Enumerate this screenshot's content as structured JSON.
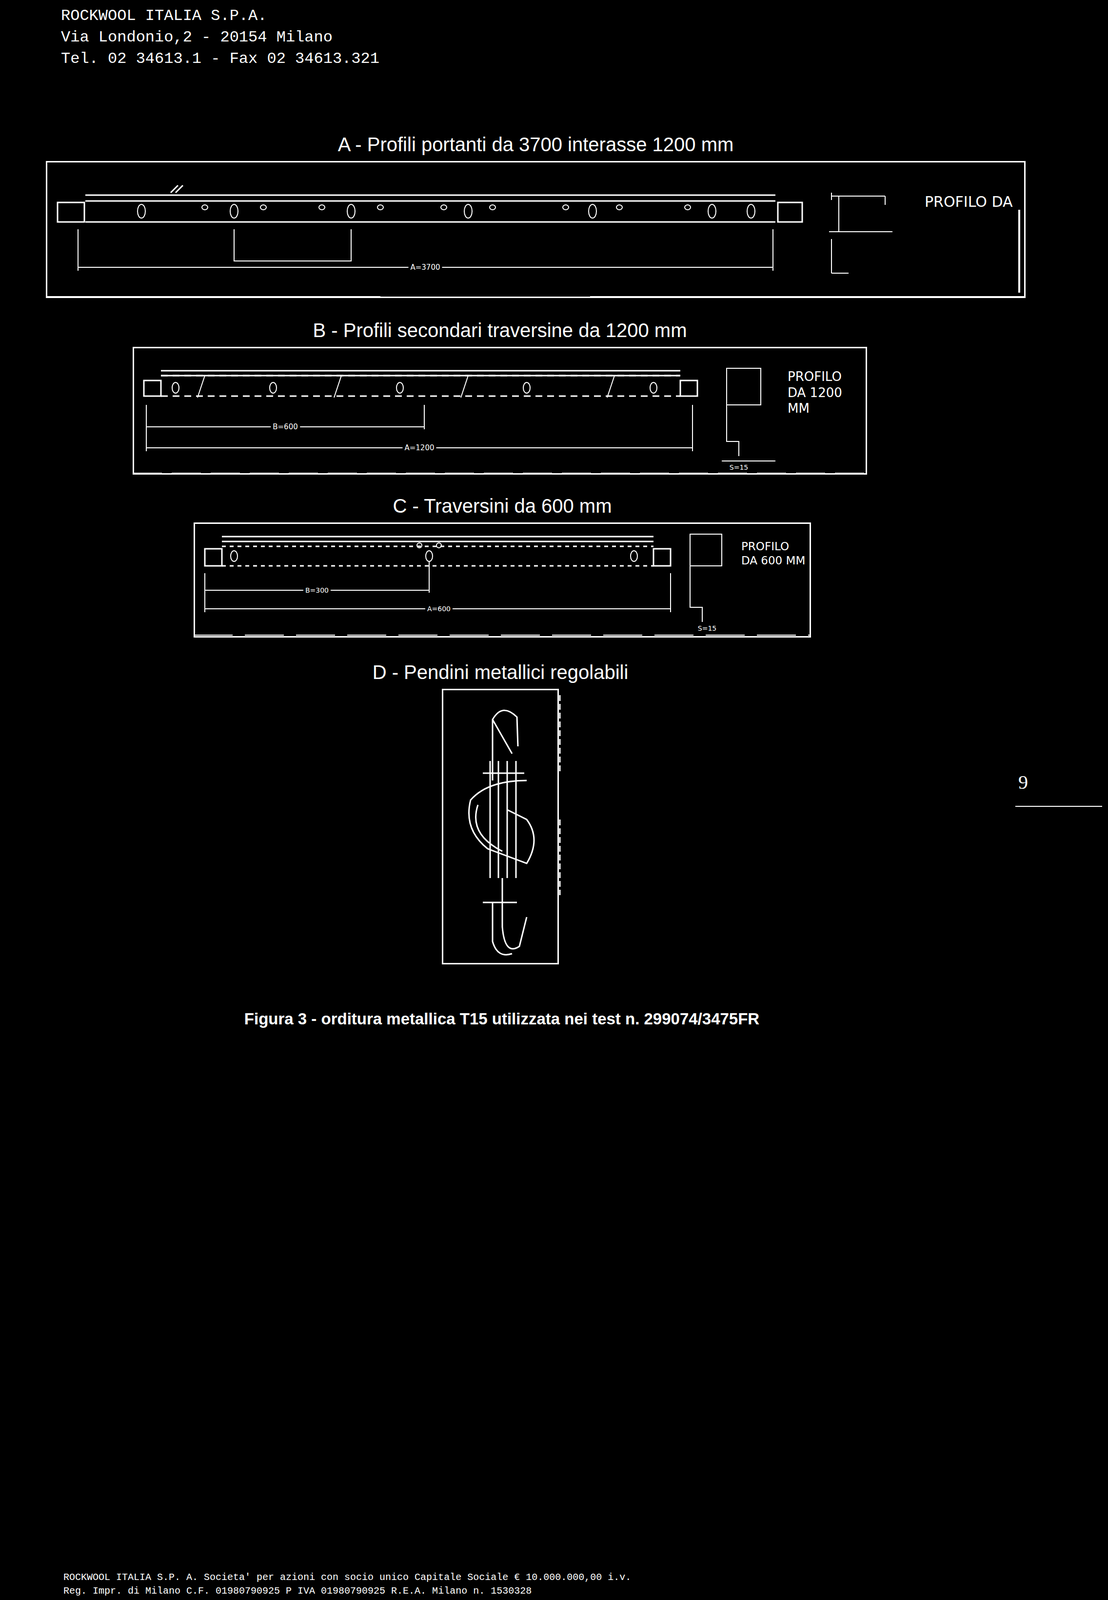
{
  "diagram": {
    "caption": "Figura 3 - orditura metallica T15 utilizzata nei test n. 299074/3475FR",
    "nodes": [
      {
        "text": [
          "A - Profili portanti da 3700 interasse 1200 mm",
          "PROFILO DA"
        ]
      },
      {
        "text": [
          "B - Profili secondari traversine da 1200 mm",
          "PROFILO DA 1200 MM"
        ]
      },
      {
        "text": [
          "C - Traversini da 600 mm",
          "PROFILO DA 600 MM"
        ]
      },
      {
        "text": [
          "D - Pendini metallici regolabili"
        ]
      }
    ],
    "labels": [
      "ROCKWOOL ITALIA S.P.A.",
      "Via Londonio,2 - 20154 Milano",
      "Tel. 02 34613.1 - Fax 02 34613.321",
      "A=3700",
      "B=600",
      "A=1200",
      "S=15",
      "B=300",
      "A=600",
      "S=15",
      "9",
      "ROCKWOOL ITALIA S.P. A. Societa' per azioni con socio unico Capitale Sociale € 10.000.000,00 i.v.",
      "Reg. Impr. di Milano C.F. 01980790925 P IVA 01980790925 R.E.A. Milano n. 1530328"
    ]
  }
}
